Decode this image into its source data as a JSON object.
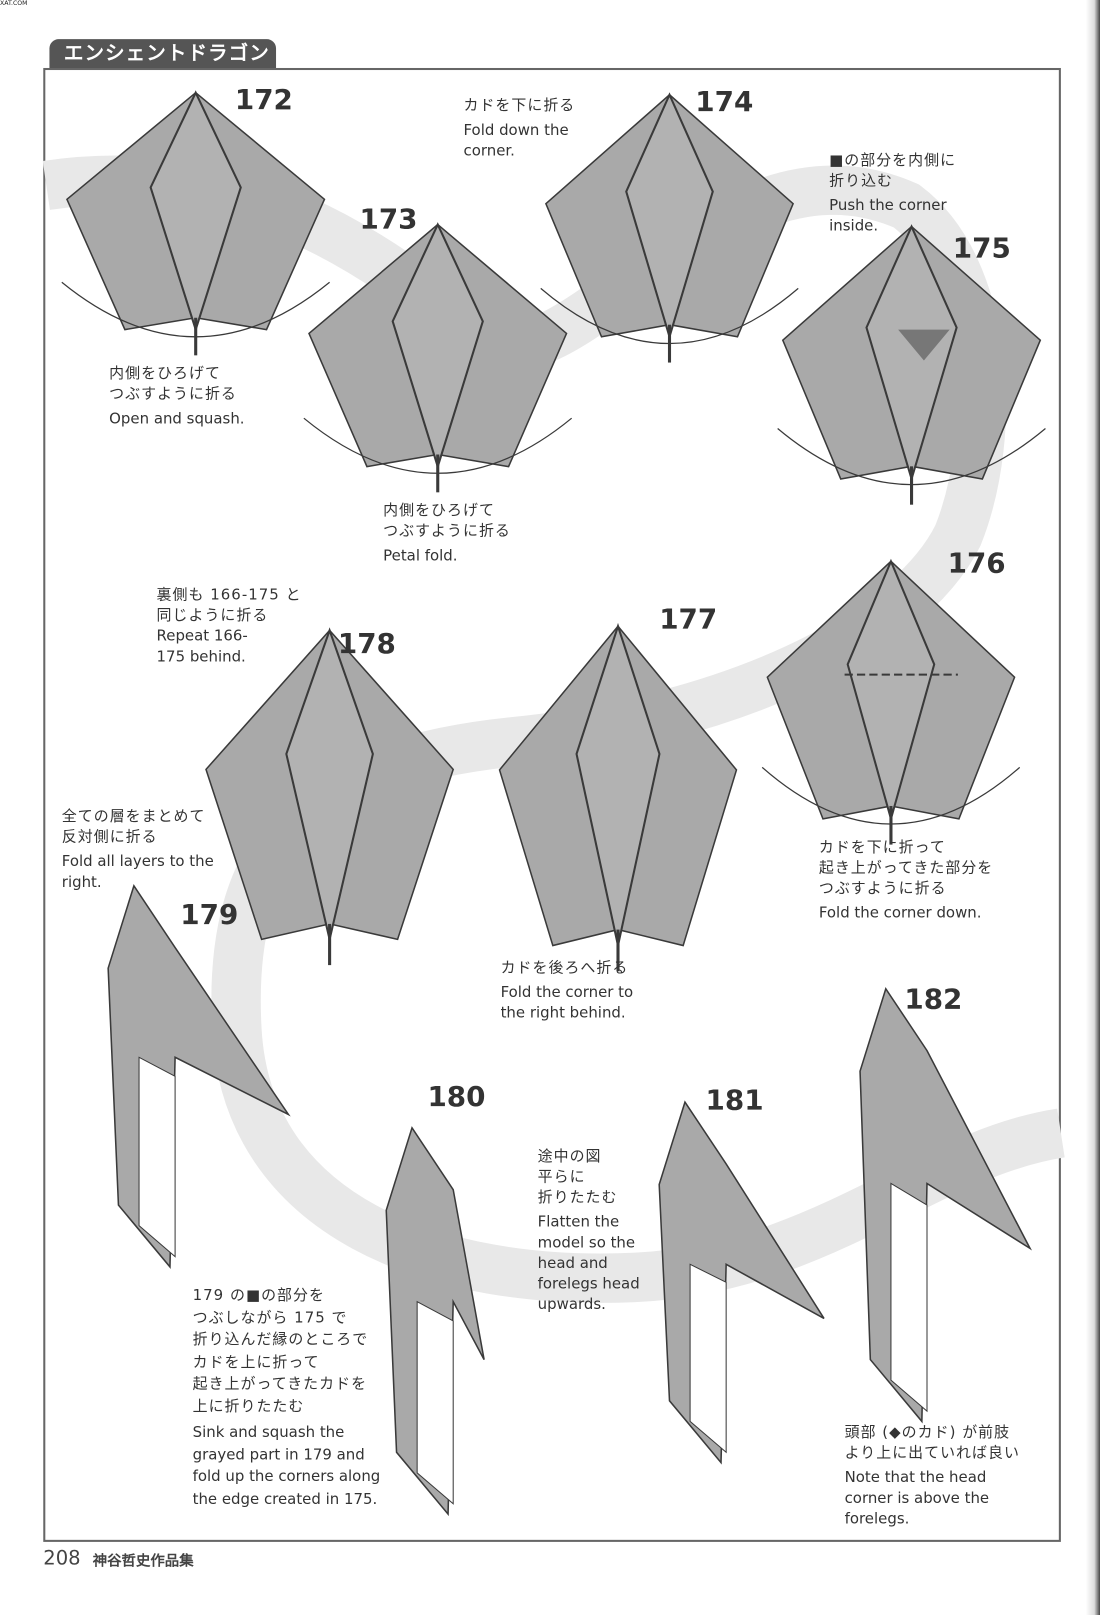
{
  "watermark": "XAT.COM",
  "header": {
    "title": "エンシェントドラゴン"
  },
  "steps": [
    {
      "number": "172",
      "jp": "内側をひろげて\nつぶすように折る",
      "en": "Open and squash."
    },
    {
      "number": "173",
      "jp": "内側をひろげて\nつぶすように折る",
      "en": "Petal fold."
    },
    {
      "number": "174",
      "jp": "カドを下に折る",
      "en": "Fold down the\ncorner."
    },
    {
      "number": "175",
      "jp": "■の部分を内側に\n折り込む",
      "en": "Push the corner\ninside."
    },
    {
      "number": "176",
      "jp": "カドを下に折って\n起き上がってきた部分を\nつぶすように折る",
      "en": "Fold the corner down."
    },
    {
      "number": "177",
      "jp": "カドを後ろへ折る",
      "en": "Fold the corner to\nthe right behind."
    },
    {
      "number": "178",
      "jp": "裏側も 166-175 と\n同じように折る",
      "en": "Repeat 166-\n175 behind."
    },
    {
      "number": "179",
      "jp": "全ての層をまとめて\n反対側に折る",
      "en": "Fold all layers to the\nright."
    },
    {
      "number": "180",
      "jp": "179 の■の部分を\nつぶしながら 175 で\n折り込んだ縁のところで\nカドを上に折って\n起き上がってきたカドを\n上に折りたたむ",
      "en": "Sink and squash the\ngrayed part in 179 and\nfold up the corners along\nthe edge created in 175."
    },
    {
      "number": "181",
      "jp": "途中の図\n平らに\n折りたたむ",
      "en": "Flatten the\nmodel so the\nhead and\nforelegs head\nupwards."
    },
    {
      "number": "182",
      "jp": "頭部 (◆のカド) が前肢\nより上に出ていれば良い",
      "en": "Note that the head\ncorner is above the\nforelegs."
    }
  ],
  "footer": {
    "page_number": "208",
    "book_title": "神谷哲史作品集"
  },
  "colors": {
    "paper": "#a9a9a9",
    "line": "#3a3a3a",
    "band": "#e8e8e8",
    "tab": "#555555"
  }
}
